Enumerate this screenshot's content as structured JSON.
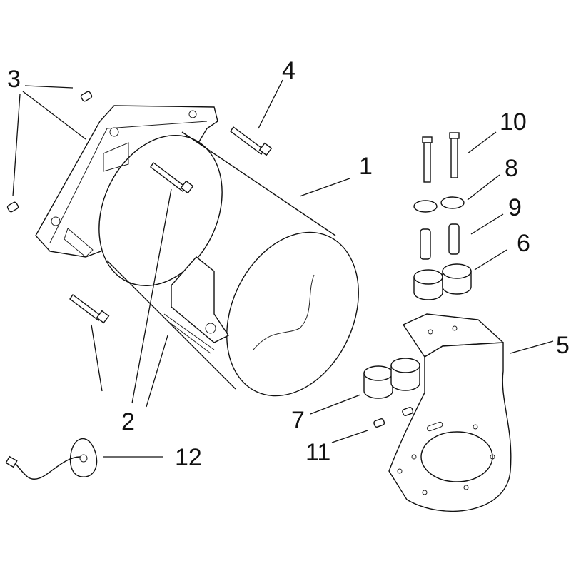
{
  "diagram": {
    "type": "exploded-parts-view",
    "labels": {
      "p1": "1",
      "p2": "2",
      "p3": "3",
      "p4": "4",
      "p5": "5",
      "p6": "6",
      "p7": "7",
      "p8": "8",
      "p9": "9",
      "p10": "10",
      "p11": "11",
      "p12": "12"
    }
  }
}
